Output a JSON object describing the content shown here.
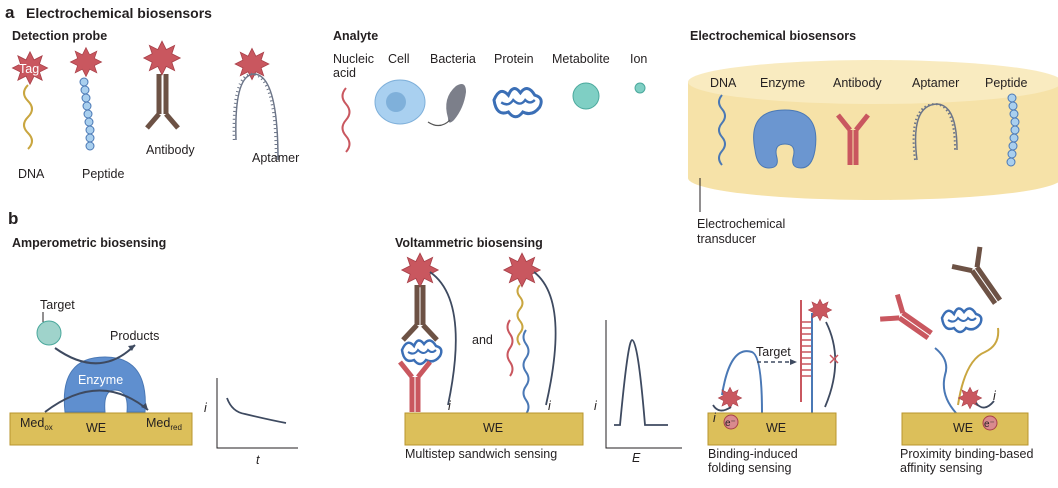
{
  "panel_a": {
    "letter": "a",
    "title": "Electrochemical biosensors",
    "detection_probe": {
      "heading": "Detection probe",
      "tag": "Tag",
      "labels": [
        "DNA",
        "Peptide",
        "Antibody",
        "Aptamer"
      ]
    },
    "analyte": {
      "heading": "Analyte",
      "labels": [
        "Nucleic",
        "acid",
        "Cell",
        "Bacteria",
        "Protein",
        "Metabolite",
        "Ion"
      ]
    },
    "biosensors": {
      "heading": "Electrochemical biosensors",
      "labels": [
        "DNA",
        "Enzyme",
        "Antibody",
        "Aptamer",
        "Peptide"
      ],
      "transducer": [
        "Electrochemical",
        "transducer"
      ]
    }
  },
  "panel_b": {
    "letter": "b",
    "amperometric": {
      "heading": "Amperometric biosensing",
      "target": "Target",
      "products": "Products",
      "enzyme": "Enzyme",
      "med_ox": "Med",
      "ox_sub": "ox",
      "med_red": "Med",
      "red_sub": "red",
      "electrode": "WE",
      "y_axis": "i",
      "x_axis": "t"
    },
    "voltammetric": {
      "heading": "Voltammetric biosensing",
      "and": "and",
      "i_label": "i",
      "electrode": "WE",
      "caption": "Multistep sandwich sensing",
      "y_axis": "i",
      "x_axis": "E"
    },
    "folding": {
      "target": "Target",
      "electron": "e⁻",
      "i_label": "i",
      "electrode": "WE",
      "caption": [
        "Binding-induced",
        "folding sensing"
      ]
    },
    "proximity": {
      "electron": "e⁻",
      "i_label": "i",
      "electrode": "WE",
      "caption": [
        "Proximity binding-based",
        "affinity sensing"
      ]
    }
  },
  "colors": {
    "electrode": "#dcbf5a",
    "tag_star": "#c9575f",
    "dna_blue": "#4a78b5",
    "antibody_brown": "#6d5245",
    "antibody_red": "#c9575f",
    "transducer": "#f6e2a8",
    "analyte_cell": "#9cc7ea",
    "metabolite": "#7fcfc4"
  }
}
